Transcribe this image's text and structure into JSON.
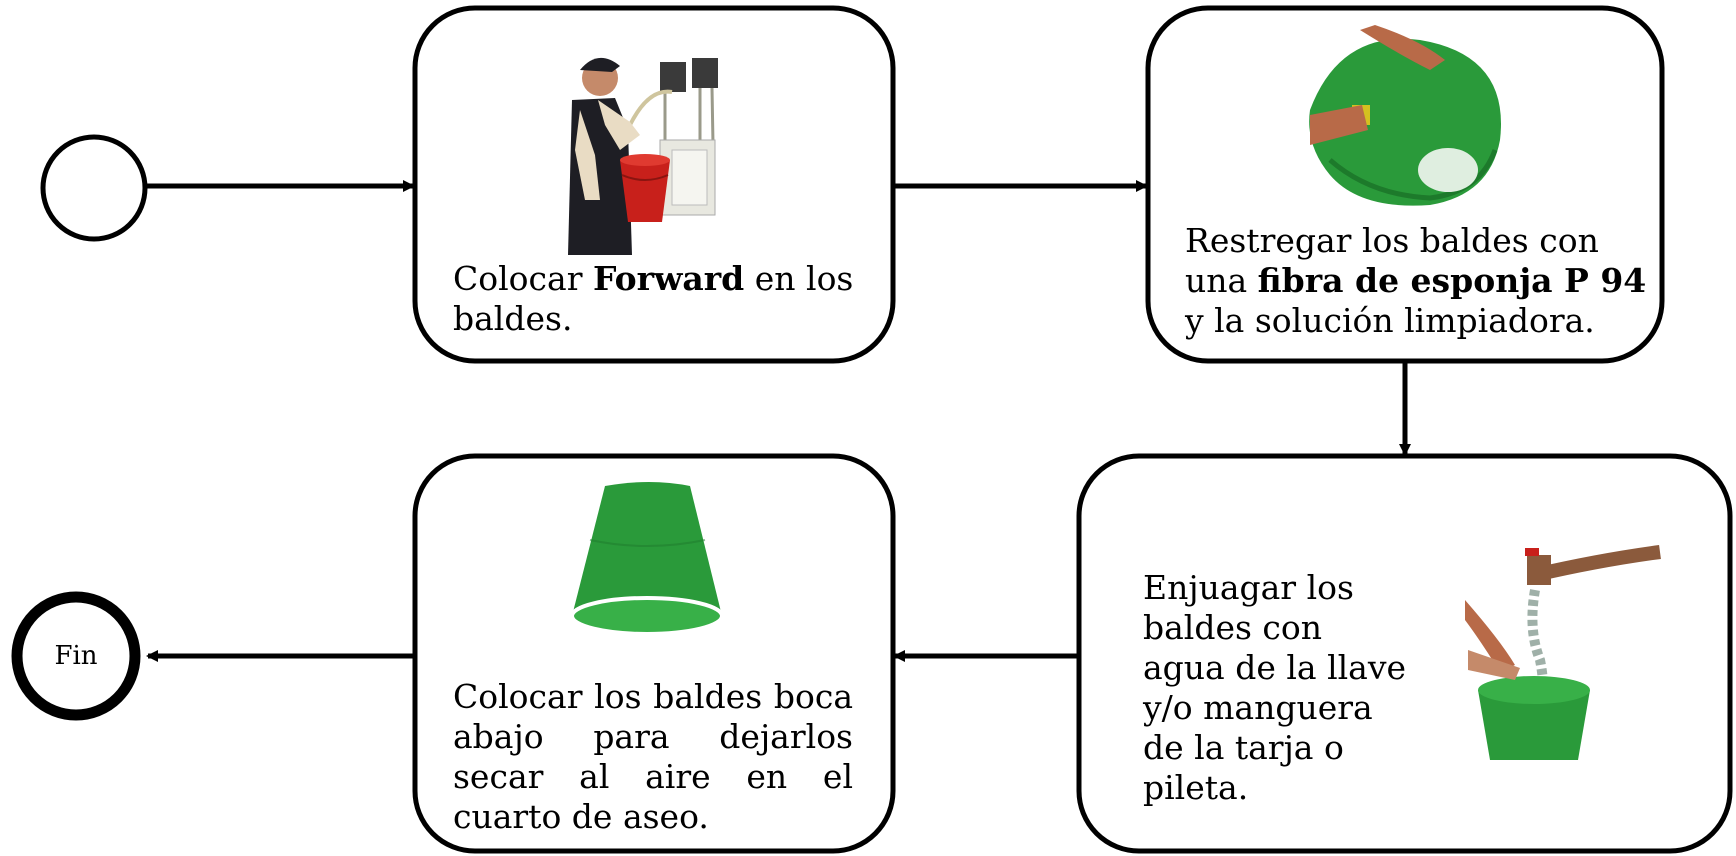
{
  "nodes": {
    "start": {
      "label": ""
    },
    "step1": {
      "text_before": "Colocar ",
      "text_bold": "Forward",
      "text_after": " en los baldes."
    },
    "step2": {
      "text_before": "Restregar los baldes con una ",
      "text_bold": "fibra de esponja P 94",
      "text_after": " y la solución limpiadora."
    },
    "step3": {
      "text": "Enjuagar los baldes con agua de la llave y/o manguera de la tarja o pileta."
    },
    "step4": {
      "text": "Colocar los baldes boca abajo para dejarlos secar al aire en el cuarto de aseo."
    },
    "end": {
      "label": "Fin"
    }
  },
  "colors": {
    "stroke": "#000000",
    "bucket_red": "#c8201b",
    "bucket_green": "#2a9a3a",
    "bucket_green_dark": "#1d7a2b",
    "skin": "#b86a48",
    "jacket_dark": "#1e1e24",
    "jacket_light": "#e9dcc4",
    "pipe": "#8b5a3c"
  },
  "icons": {
    "step1": "person-filling-bucket-icon",
    "step2": "hands-scrubbing-bucket-icon",
    "step3": "rinsing-bucket-under-tap-icon",
    "step4": "upside-down-bucket-icon"
  }
}
